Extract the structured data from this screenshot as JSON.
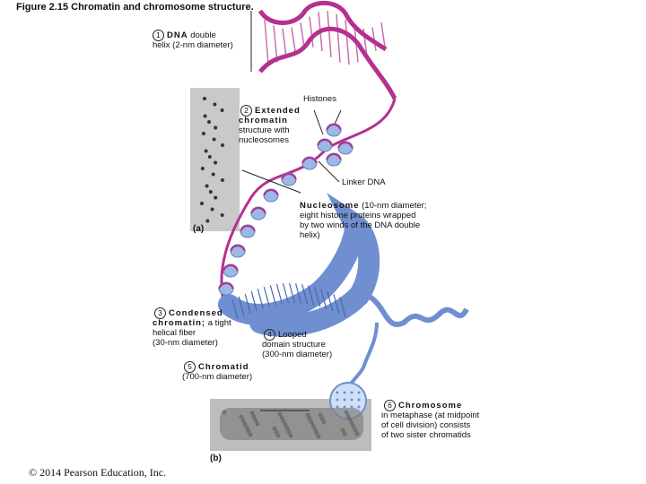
{
  "figure_title": "Figure 2.15 Chromatin and chromosome structure.",
  "steps": [
    {
      "num": "1",
      "name": "DNA",
      "desc": " double",
      "desc2": "helix (2-nm diameter)"
    },
    {
      "num": "2",
      "name": "Extended",
      "name2": "chromatin",
      "desc": "structure with",
      "desc2": "nucleosomes"
    },
    {
      "num": "3",
      "name": "Condensed",
      "name2": "chromatin;",
      "desc": " a tight",
      "desc2": "helical fiber",
      "desc3": "(30-nm diameter)"
    },
    {
      "num": "4",
      "name": "Looped",
      "desc": "domain structure",
      "desc2": "(300-nm diameter)"
    },
    {
      "num": "5",
      "name": "Chromatid",
      "desc": "(700-nm diameter)"
    },
    {
      "num": "6",
      "name": "Chromosome",
      "desc": "in metaphase (at midpoint",
      "desc2": "of cell division) consists",
      "desc3": "of two sister chromatids"
    }
  ],
  "labels": {
    "histones": "Histones",
    "linker_dna": "Linker DNA",
    "nucleosome_name": "Nucleosome",
    "nucleosome_desc1": " (10-nm diameter;",
    "nucleosome_desc2": "eight histone proteins wrapped",
    "nucleosome_desc3": "by two winds of the DNA double",
    "nucleosome_desc4": "helix)"
  },
  "panels": {
    "a": "(a)",
    "b": "(b)"
  },
  "credit": "© 2014 Pearson Education, Inc.",
  "colors": {
    "dna": "#b5308f",
    "histone": "#9bb8e6",
    "fiber": "#6f8fd0",
    "chromosome": "#808080"
  }
}
